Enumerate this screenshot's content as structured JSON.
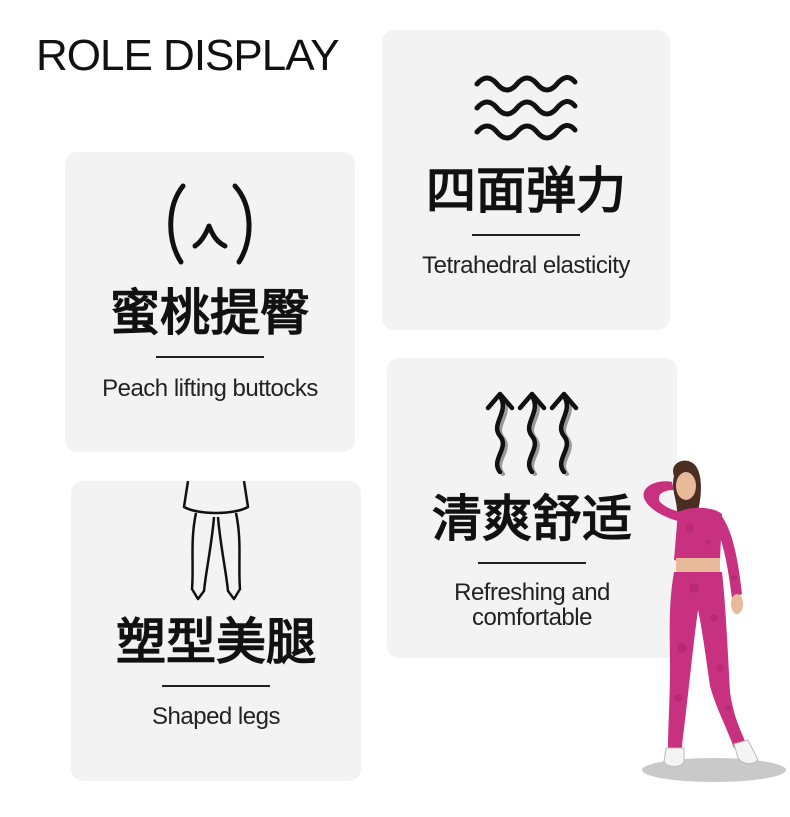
{
  "page": {
    "title": "ROLE DISPLAY"
  },
  "features": [
    {
      "icon": "buttocks-icon",
      "title_cn": "蜜桃提臀",
      "title_en": "Peach lifting buttocks"
    },
    {
      "icon": "wave-lines-icon",
      "title_cn": "四面弹力",
      "title_en": "Tetrahedral elasticity"
    },
    {
      "icon": "legs-icon",
      "title_cn": "塑型美腿",
      "title_en": "Shaped legs"
    },
    {
      "icon": "wavy-arrows-up-icon",
      "title_cn": "清爽舒适",
      "title_en_line1": "Refreshing and",
      "title_en_line2": "comfortable"
    }
  ],
  "colors": {
    "card_bg": "#f3f3f3",
    "outfit_pink": "#c8317f",
    "text": "#111111"
  }
}
